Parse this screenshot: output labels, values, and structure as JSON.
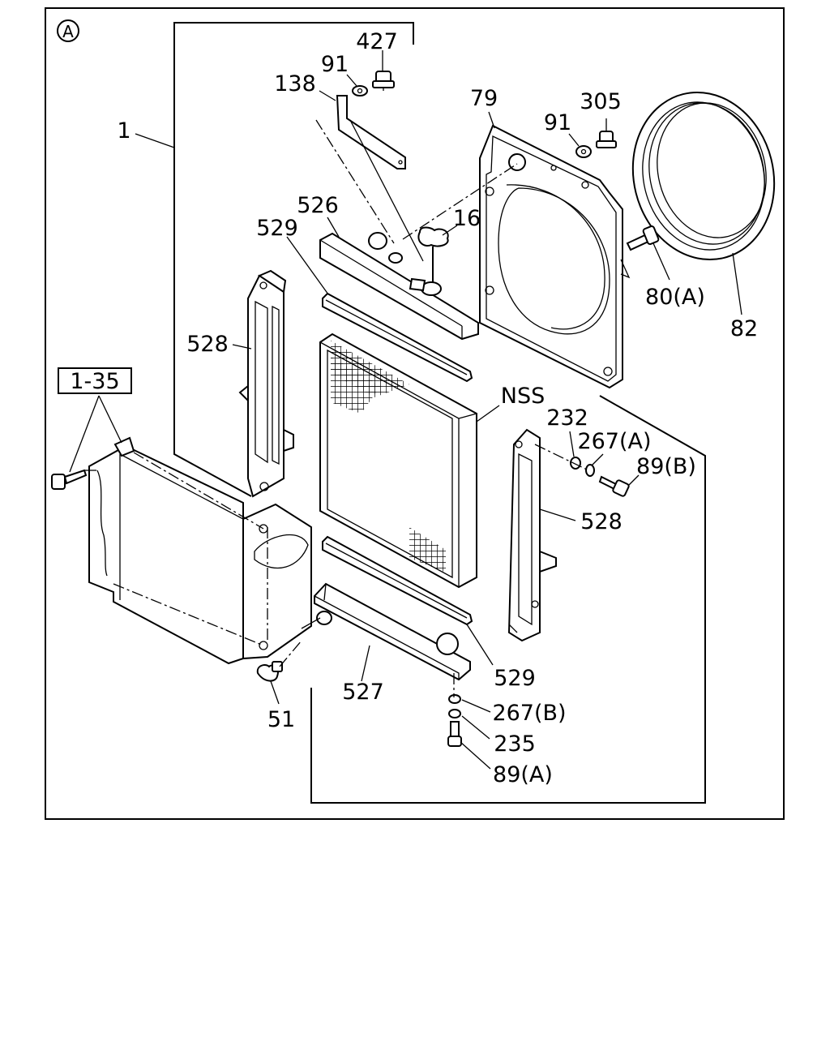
{
  "view_label": "A",
  "callouts": {
    "c1": "1",
    "c1_35": "1-35",
    "c427": "427",
    "c91a": "91",
    "c138": "138",
    "c79": "79",
    "c91b": "91",
    "c305": "305",
    "c526": "526",
    "c529a": "529",
    "c16": "16",
    "c80a": "80(A)",
    "c82": "82",
    "c528a": "528",
    "cnss": "NSS",
    "c232": "232",
    "c267a": "267(A)",
    "c89b": "89(B)",
    "c528b": "528",
    "c529b": "529",
    "c527": "527",
    "c267b": "267(B)",
    "c235": "235",
    "c89a": "89(A)",
    "c51": "51"
  },
  "colors": {
    "line": "#000000",
    "background": "#ffffff"
  }
}
